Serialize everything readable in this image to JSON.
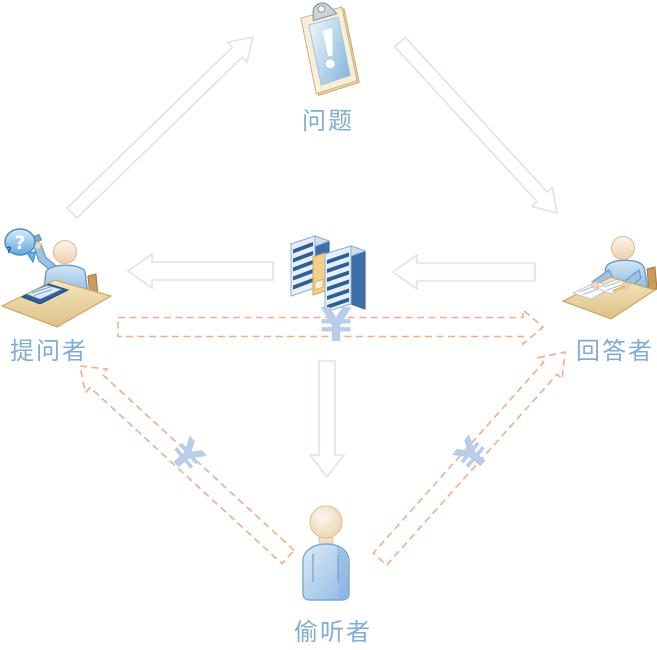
{
  "diagram_title": "",
  "nodes": {
    "question": {
      "label": "问题",
      "icon": "clipboard-alert-icon"
    },
    "asker": {
      "label": "提问者",
      "icon": "asker-at-desk-icon"
    },
    "answerer": {
      "label": "回答者",
      "icon": "answerer-at-desk-icon"
    },
    "server": {
      "label": "",
      "icon": "server-stack-icon"
    },
    "eavesdropper": {
      "label": "偷听者",
      "icon": "eavesdropper-person-icon"
    }
  },
  "currency_symbol": "¥",
  "edges": [
    {
      "from": "asker",
      "to": "question",
      "style": "solid-outline"
    },
    {
      "from": "question",
      "to": "answerer",
      "style": "solid-outline"
    },
    {
      "from": "server",
      "to": "asker",
      "style": "solid-outline"
    },
    {
      "from": "answerer",
      "to": "server",
      "style": "solid-outline"
    },
    {
      "from": "server",
      "to": "eavesdropper",
      "style": "solid-outline"
    },
    {
      "from": "asker",
      "to": "answerer",
      "style": "dashed-payment",
      "label": "¥"
    },
    {
      "from": "eavesdropper",
      "to": "asker",
      "style": "dashed-payment",
      "label": "¥"
    },
    {
      "from": "eavesdropper",
      "to": "answerer",
      "style": "dashed-payment",
      "label": "¥"
    }
  ],
  "colors": {
    "background": "#ffffff",
    "label_text": "#83abd3",
    "solid_arrow_stroke": "#dde3ee",
    "dashed_arrow_stroke": "#efae8e",
    "currency_symbol": "#b9cde8",
    "desk_tan": "#eedcae",
    "shirt_blue": "#a9cbe8",
    "server_navy": "#2e5e93"
  }
}
